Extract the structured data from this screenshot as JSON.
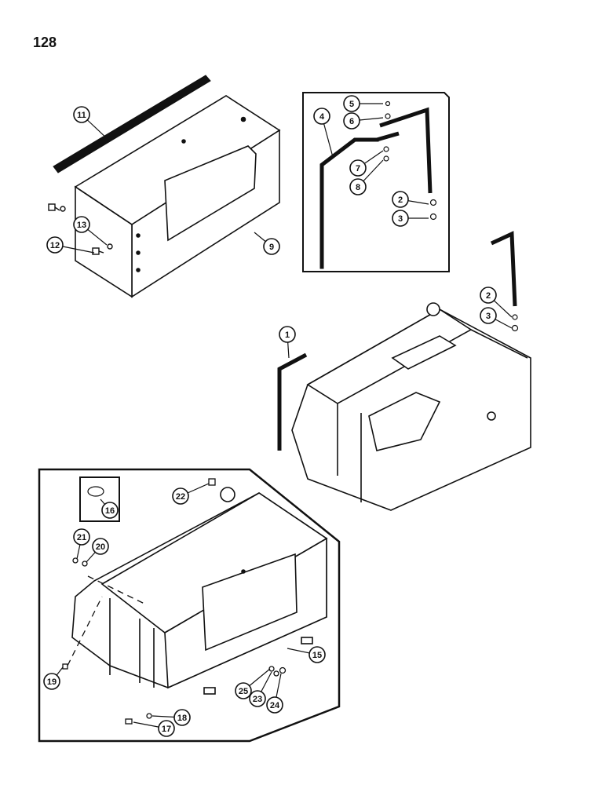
{
  "page_number": "128",
  "callouts": [
    {
      "id": "c1",
      "label": "1"
    },
    {
      "id": "c2a",
      "label": "2"
    },
    {
      "id": "c2b",
      "label": "2"
    },
    {
      "id": "c3a",
      "label": "3"
    },
    {
      "id": "c3b",
      "label": "3"
    },
    {
      "id": "c4",
      "label": "4"
    },
    {
      "id": "c5",
      "label": "5"
    },
    {
      "id": "c6",
      "label": "6"
    },
    {
      "id": "c7",
      "label": "7"
    },
    {
      "id": "c8",
      "label": "8"
    },
    {
      "id": "c9",
      "label": "9"
    },
    {
      "id": "c11",
      "label": "11"
    },
    {
      "id": "c12",
      "label": "12"
    },
    {
      "id": "c13",
      "label": "13"
    },
    {
      "id": "c15",
      "label": "15"
    },
    {
      "id": "c16",
      "label": "16"
    },
    {
      "id": "c17",
      "label": "17"
    },
    {
      "id": "c18",
      "label": "18"
    },
    {
      "id": "c19",
      "label": "19"
    },
    {
      "id": "c20",
      "label": "20"
    },
    {
      "id": "c21",
      "label": "21"
    },
    {
      "id": "c22",
      "label": "22"
    },
    {
      "id": "c23",
      "label": "23"
    },
    {
      "id": "c24",
      "label": "24"
    },
    {
      "id": "c25",
      "label": "25"
    }
  ]
}
